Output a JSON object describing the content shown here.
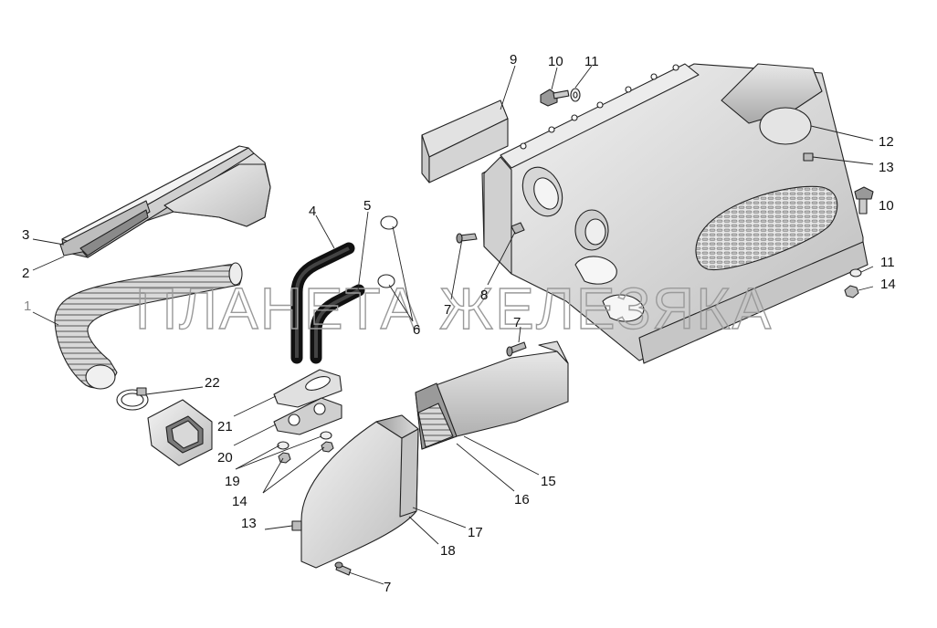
{
  "watermark": "ПЛАНЕТА ЖЕЛЕЗЯКА",
  "callouts": [
    {
      "id": "c1",
      "label": "1"
    },
    {
      "id": "c2",
      "label": "2"
    },
    {
      "id": "c3",
      "label": "3"
    },
    {
      "id": "c4",
      "label": "4"
    },
    {
      "id": "c5",
      "label": "5"
    },
    {
      "id": "c6",
      "label": "6"
    },
    {
      "id": "c7a",
      "label": "7"
    },
    {
      "id": "c7b",
      "label": "7"
    },
    {
      "id": "c7c",
      "label": "7"
    },
    {
      "id": "c8",
      "label": "8"
    },
    {
      "id": "c9",
      "label": "9"
    },
    {
      "id": "c10a",
      "label": "10"
    },
    {
      "id": "c10b",
      "label": "10"
    },
    {
      "id": "c11a",
      "label": "11"
    },
    {
      "id": "c11b",
      "label": "11"
    },
    {
      "id": "c12",
      "label": "12"
    },
    {
      "id": "c13a",
      "label": "13"
    },
    {
      "id": "c13b",
      "label": "13"
    },
    {
      "id": "c14a",
      "label": "14"
    },
    {
      "id": "c14b",
      "label": "14"
    },
    {
      "id": "c15",
      "label": "15"
    },
    {
      "id": "c16",
      "label": "16"
    },
    {
      "id": "c17",
      "label": "17"
    },
    {
      "id": "c18",
      "label": "18"
    },
    {
      "id": "c19",
      "label": "19"
    },
    {
      "id": "c20",
      "label": "20"
    },
    {
      "id": "c21",
      "label": "21"
    },
    {
      "id": "c22",
      "label": "22"
    }
  ]
}
